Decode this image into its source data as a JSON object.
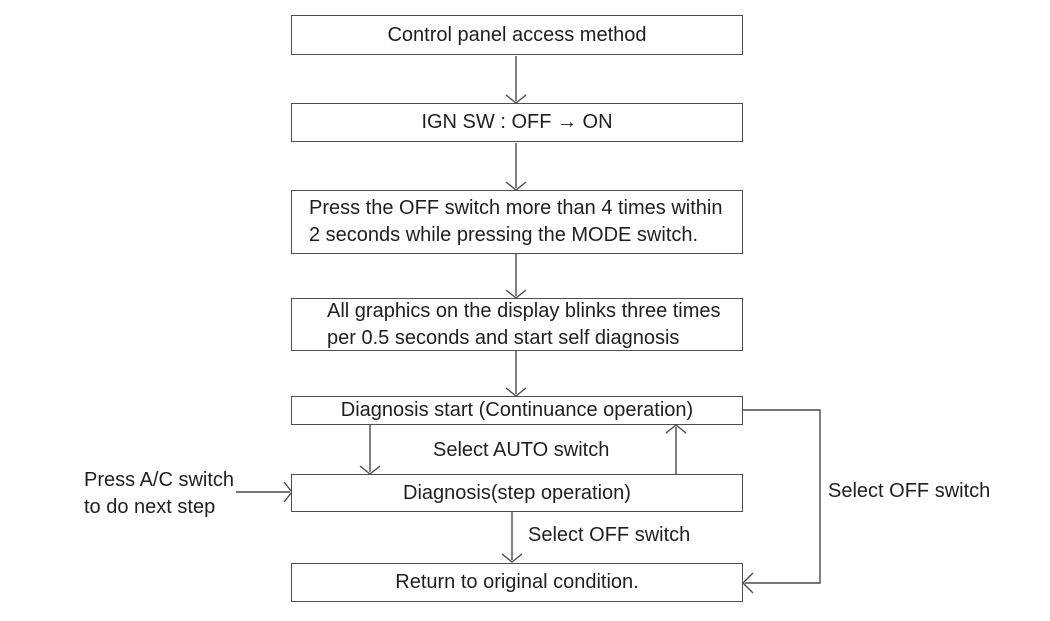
{
  "flowchart": {
    "title_hint": "Control panel self-diagnosis flowchart",
    "boxes": [
      {
        "name": "control-panel-access-method",
        "text": "Control panel access method"
      },
      {
        "name": "ign-sw-off-on",
        "text": "IGN SW : OFF → ON"
      },
      {
        "name": "press-off-switch",
        "text": "Press the OFF switch more than 4 times within\n2 seconds while pressing the MODE switch."
      },
      {
        "name": "graphics-blink",
        "text": "All graphics on the display blinks three times\nper 0.5 seconds and start self diagnosis"
      },
      {
        "name": "diagnosis-start",
        "text": "Diagnosis start (Continuance operation)"
      },
      {
        "name": "diagnosis-step",
        "text": "Diagnosis(step operation)"
      },
      {
        "name": "return-original",
        "text": "Return to original condition."
      }
    ],
    "edge_labels": {
      "select_auto": "Select AUTO switch",
      "select_off_step": "Select OFF switch",
      "select_off_continuance": "Select OFF switch",
      "press_ac": "Press A/C switch\nto do next step"
    },
    "colors": {
      "line": "#4a4a4a",
      "border": "#4f4f4f",
      "text": "#1f1f1f",
      "background": "#ffffff"
    }
  }
}
